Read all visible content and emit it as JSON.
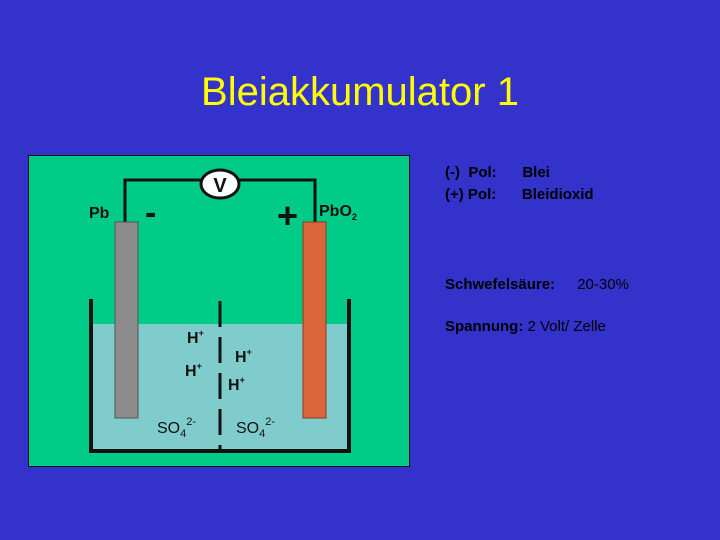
{
  "slide": {
    "title": "Bleiakkumulator 1"
  },
  "diagram": {
    "voltmeter_label": "V",
    "anode_label": "Pb",
    "cathode_label": "PbO",
    "cathode_sub": "2",
    "minus_sign": "-",
    "plus_sign": "+",
    "ions": {
      "h": "H",
      "h_charge": "+",
      "so4": "SO",
      "so4_sub": "4",
      "so4_charge": "2-"
    },
    "colors": {
      "panel": "#00cc88",
      "electrolyte": "#80cccc",
      "lead_electrode": "#8c8c8c",
      "pbo2_electrode": "#d9663a"
    }
  },
  "info": {
    "neg_pole_sign": "(-)",
    "neg_pole_label": "Pol:",
    "neg_pole_value": "Blei",
    "pos_pole_sign": "(+)",
    "pos_pole_label": "Pol:",
    "pos_pole_value": "Bleidioxid",
    "acid_label": "Schwefelsäure:",
    "acid_value": "20-30%",
    "voltage_label": "Spannung:",
    "voltage_value": "2 Volt/ Zelle"
  }
}
